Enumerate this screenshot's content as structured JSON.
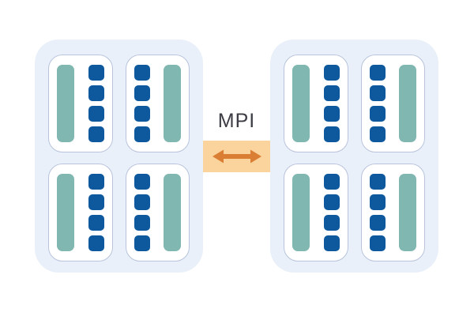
{
  "diagram": {
    "interconnect": {
      "label": "MPI",
      "icon": "bidirectional-arrow"
    },
    "nodes": [
      {
        "id": "node-1",
        "sockets": [
          {
            "cores": 4,
            "bar_side": "left"
          },
          {
            "cores": 4,
            "bar_side": "right"
          },
          {
            "cores": 4,
            "bar_side": "left"
          },
          {
            "cores": 4,
            "bar_side": "right"
          }
        ]
      },
      {
        "id": "node-2",
        "sockets": [
          {
            "cores": 4,
            "bar_side": "left"
          },
          {
            "cores": 4,
            "bar_side": "right"
          },
          {
            "cores": 4,
            "bar_side": "left"
          },
          {
            "cores": 4,
            "bar_side": "right"
          }
        ]
      }
    ]
  },
  "colors": {
    "page-bg": "#FFFFFF",
    "node-bg": "#E9F0F9",
    "socket-bg": "#FFFFFF",
    "socket-border": "#B9C4DC",
    "memory-bar": "#81B7B1",
    "core": "#0E589E",
    "band-bg": "#FBD39C",
    "arrow": "#D97E33",
    "label-text": "#3C3C44"
  }
}
